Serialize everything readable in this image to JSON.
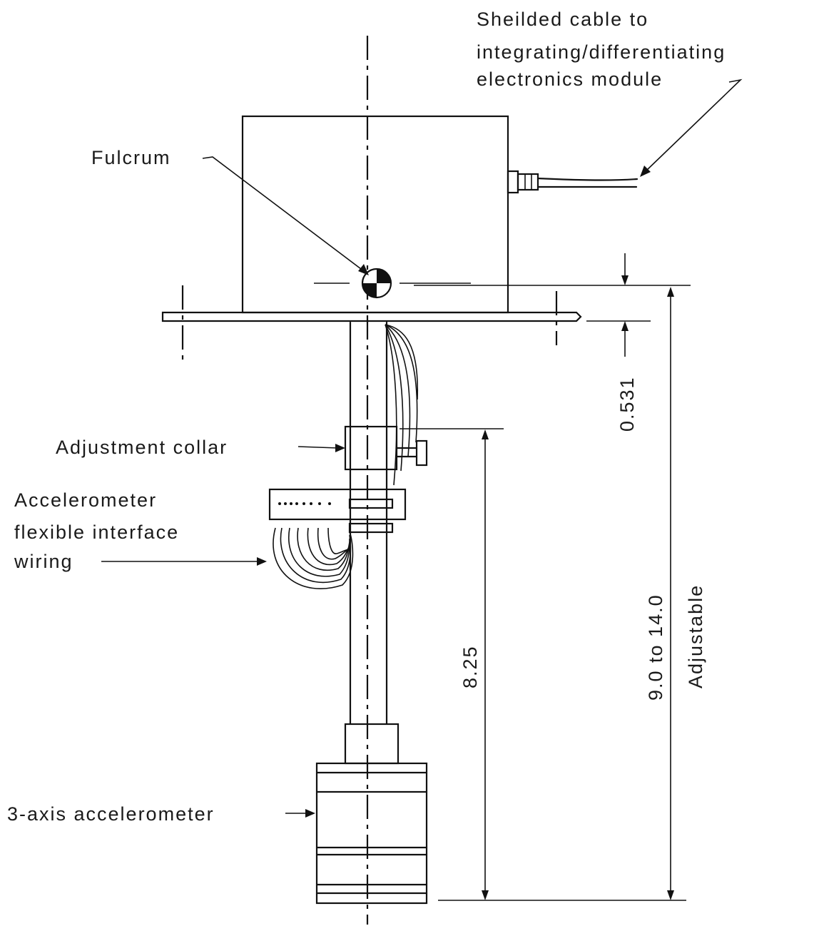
{
  "labels": {
    "cable_line1": "Sheilded cable to",
    "cable_line2": "integrating/differentiating",
    "cable_line3": "electronics module",
    "fulcrum": "Fulcrum",
    "adjustment_collar": "Adjustment collar",
    "wiring_line1": "Accelerometer",
    "wiring_line2": "flexible interface",
    "wiring_line3": "wiring",
    "accelerometer": "3-axis accelerometer"
  },
  "dimensions": {
    "offset": "0.531",
    "collar_length": "8.25",
    "range": "9.0 to 14.0",
    "range_note": "Adjustable"
  }
}
